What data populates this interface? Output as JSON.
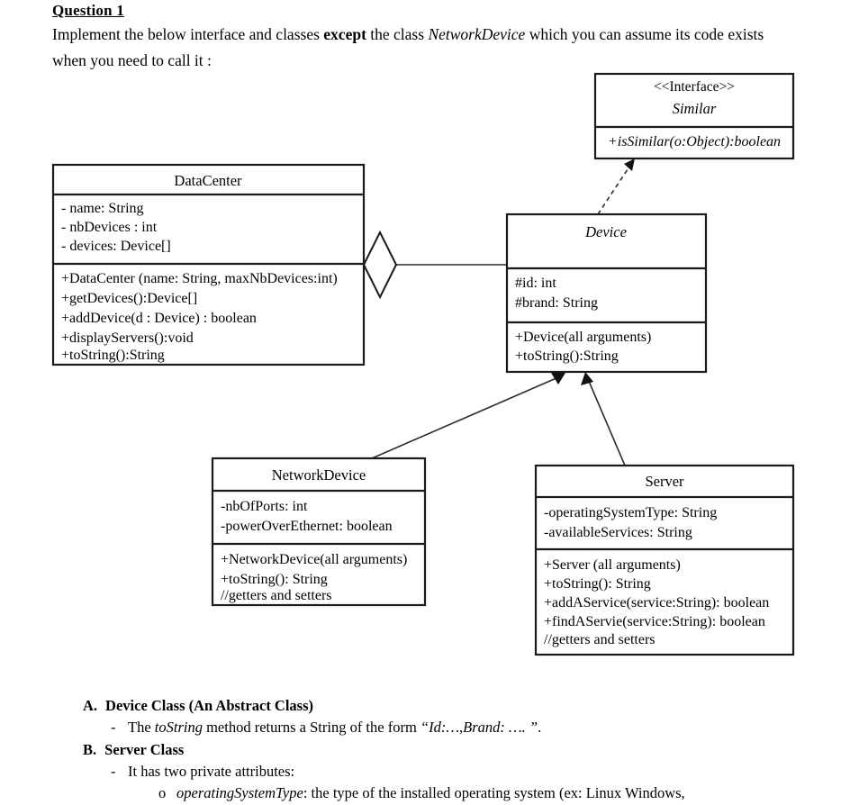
{
  "question": {
    "heading": "Question 1",
    "intro_prefix": "Implement the below interface and classes ",
    "intro_bold": "except",
    "intro_mid": " the class ",
    "intro_italic": "NetworkDevice",
    "intro_suffix": " which you can assume its code exists when you need to call it  :"
  },
  "diagram": {
    "type": "uml-class-diagram",
    "classes": [
      {
        "id": "similar",
        "stereotype": "<<Interface>>",
        "name": "Similar",
        "name_style": "italic",
        "attributes": [],
        "methods": [
          "+isSimilar(o:Object):boolean"
        ],
        "method_style": "italic-centered"
      },
      {
        "id": "datacenter",
        "stereotype": "",
        "name": "DataCenter",
        "name_style": "normal",
        "attributes": [
          "- name: String",
          "- nbDevices : int",
          "- devices: Device[]"
        ],
        "methods": [
          "+DataCenter (name: String, maxNbDevices:int)",
          "+getDevices():Device[]",
          "+addDevice(d : Device) : boolean",
          "+displayServers():void",
          "+toString():String"
        ]
      },
      {
        "id": "device",
        "stereotype": "",
        "name": "Device",
        "name_style": "italic",
        "attributes": [
          "#id: int",
          "#brand: String"
        ],
        "methods": [
          "+Device(all arguments)",
          "+toString():String"
        ]
      },
      {
        "id": "networkdevice",
        "stereotype": "",
        "name": "NetworkDevice",
        "name_style": "normal",
        "attributes": [
          "-nbOfPorts: int",
          "-powerOverEthernet: boolean"
        ],
        "methods": [
          "+NetworkDevice(all arguments)",
          "+toString(): String",
          "//getters and setters"
        ]
      },
      {
        "id": "server",
        "stereotype": "",
        "name": "Server",
        "name_style": "normal",
        "attributes": [
          "-operatingSystemType: String",
          "-availableServices: String"
        ],
        "methods": [
          "+Server (all arguments)",
          "+toString(): String",
          "+addAService(service:String): boolean",
          "+findAServie(service:String): boolean",
          "//getters and setters"
        ]
      }
    ],
    "relationships": [
      {
        "kind": "realization",
        "from": "device",
        "to": "similar",
        "line": "dashed",
        "arrow": "filled-triangle"
      },
      {
        "kind": "aggregation",
        "from": "datacenter",
        "to": "device",
        "line": "solid",
        "arrow": "hollow-diamond"
      },
      {
        "kind": "inheritance",
        "from": "networkdevice",
        "to": "device",
        "line": "solid",
        "arrow": "filled-triangle"
      },
      {
        "kind": "inheritance",
        "from": "server",
        "to": "device",
        "line": "solid",
        "arrow": "filled-triangle"
      }
    ]
  },
  "requirements": [
    {
      "letter": "A.",
      "title": "Device Class (An Abstract Class)",
      "bullets": [
        {
          "marker": "-",
          "prefix": "The ",
          "italic": "toString",
          "mid": " method returns a String of the form ",
          "italic2": "“Id:…,Brand: …. ”",
          "suffix": "."
        }
      ]
    },
    {
      "letter": "B.",
      "title": "Server Class",
      "bullets": [
        {
          "marker": "-",
          "prefix": "It has two private attributes:",
          "italic": "",
          "mid": "",
          "italic2": "",
          "suffix": ""
        }
      ],
      "subbullets": [
        {
          "marker": "o",
          "italic": "operatingSystemType",
          "text": ": the type of the installed operating system (ex: Linux Windows,"
        }
      ]
    }
  ]
}
